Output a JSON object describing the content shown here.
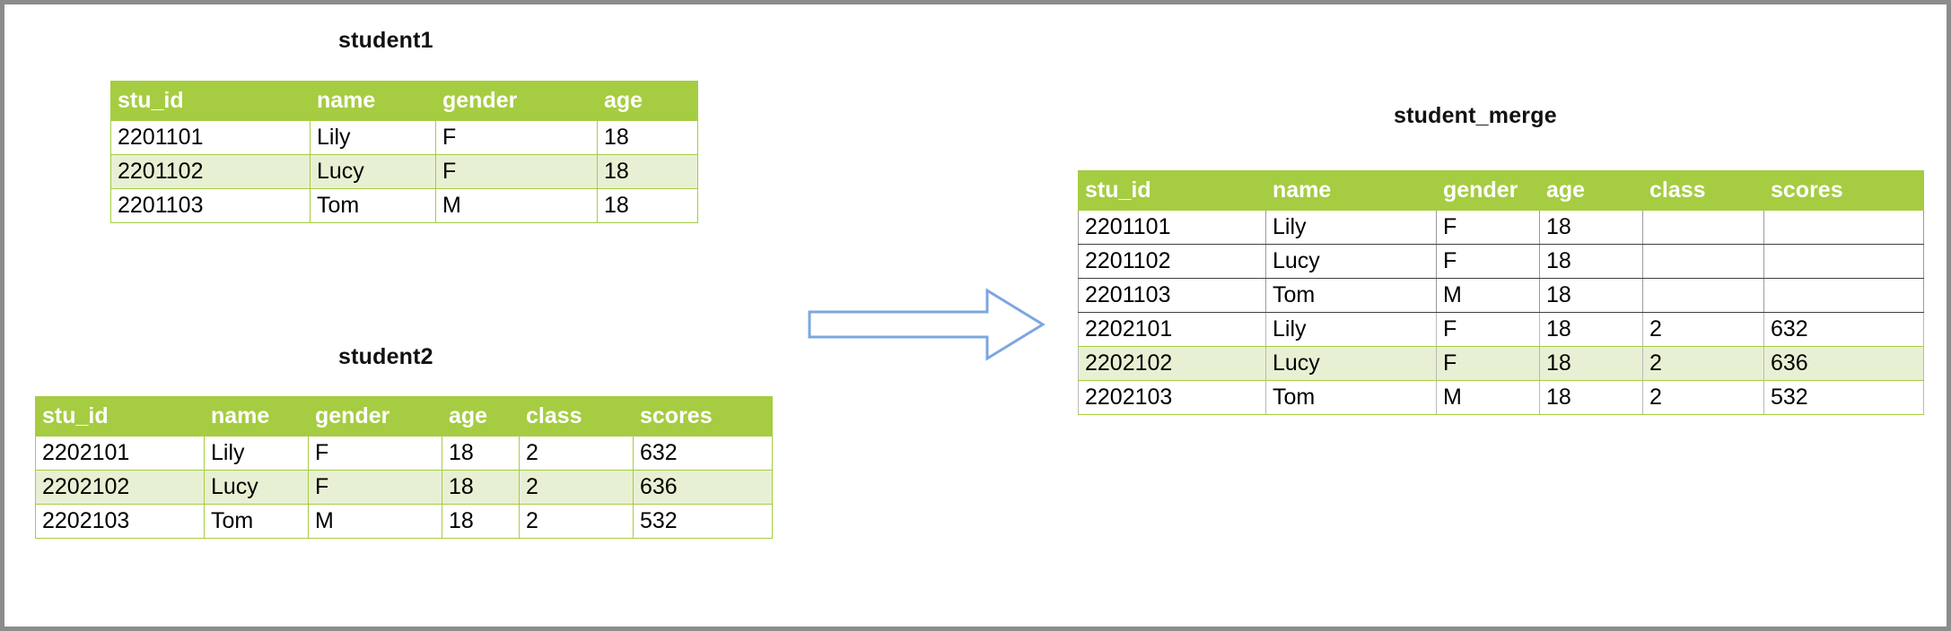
{
  "diagram": {
    "type": "table-merge-illustration",
    "arrow": {
      "name": "right-block-arrow",
      "color": "#7ba7e0",
      "direction": "right"
    },
    "colors": {
      "header_green": "#A6CC42",
      "alt_row_green": "#E8F0D4",
      "border_grey": "#9a9a9a",
      "text": "#000000",
      "frame": "#8c8c8c"
    }
  },
  "tables": {
    "student1": {
      "title": "student1",
      "columns": [
        "stu_id",
        "name",
        "gender",
        "age"
      ],
      "rows": [
        [
          "2201101",
          "Lily",
          "F",
          "18"
        ],
        [
          "2201102",
          "Lucy",
          "F",
          "18"
        ],
        [
          "2201103",
          "Tom",
          "M",
          "18"
        ]
      ]
    },
    "student2": {
      "title": "student2",
      "columns": [
        "stu_id",
        "name",
        "gender",
        "age",
        "class",
        "scores"
      ],
      "rows": [
        [
          "2202101",
          "Lily",
          "F",
          "18",
          "2",
          "632"
        ],
        [
          "2202102",
          "Lucy",
          "F",
          "18",
          "2",
          "636"
        ],
        [
          "2202103",
          "Tom",
          "M",
          "18",
          "2",
          "532"
        ]
      ]
    },
    "student_merge": {
      "title": "student_merge",
      "columns": [
        "stu_id",
        "name",
        "gender",
        "age",
        "class",
        "scores"
      ],
      "rows": [
        [
          "2201101",
          "Lily",
          "F",
          "18",
          "",
          ""
        ],
        [
          "2201102",
          "Lucy",
          "F",
          "18",
          "",
          ""
        ],
        [
          "2201103",
          "Tom",
          "M",
          "18",
          "",
          ""
        ],
        [
          "2202101",
          "Lily",
          "F",
          "18",
          "2",
          "632"
        ],
        [
          "2202102",
          "Lucy",
          "F",
          "18",
          "2",
          "636"
        ],
        [
          "2202103",
          "Tom",
          "M",
          "18",
          "2",
          "532"
        ]
      ]
    }
  }
}
